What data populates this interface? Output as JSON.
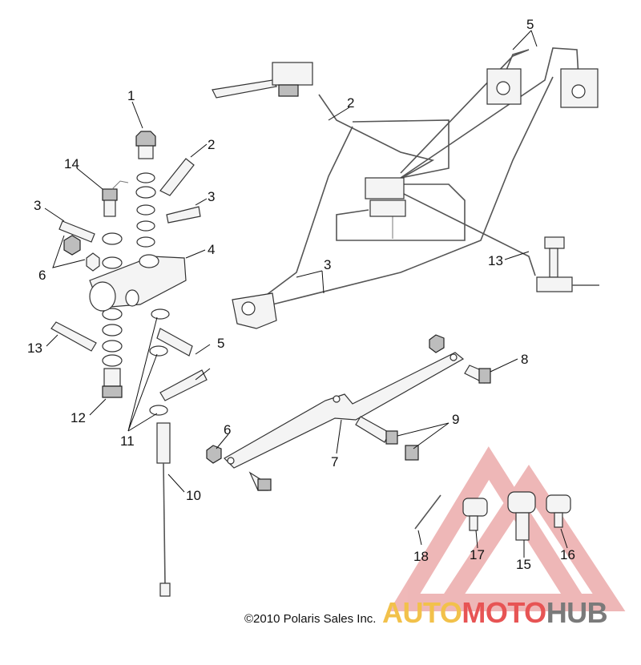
{
  "callouts": {
    "c1": "1",
    "c2a": "2",
    "c2b": "2",
    "c3a": "3",
    "c3b": "3",
    "c3c": "3",
    "c4": "4",
    "c5a": "5",
    "c5b": "5",
    "c6a": "6",
    "c6b": "6",
    "c7": "7",
    "c8": "8",
    "c9": "9",
    "c10": "10",
    "c11": "11",
    "c12": "12",
    "c13a": "13",
    "c13b": "13",
    "c14": "14",
    "c15": "15",
    "c16": "16",
    "c17": "17",
    "c18": "18"
  },
  "copyright": "©2010 Polaris Sales Inc.",
  "watermark": {
    "part1": "AUTO",
    "part2": "MOTO",
    "part3": "HUB"
  },
  "colors": {
    "watermark_red": "#e75454",
    "watermark_yellow": "#f2c14b",
    "watermark_gray": "#7a7a7a"
  }
}
